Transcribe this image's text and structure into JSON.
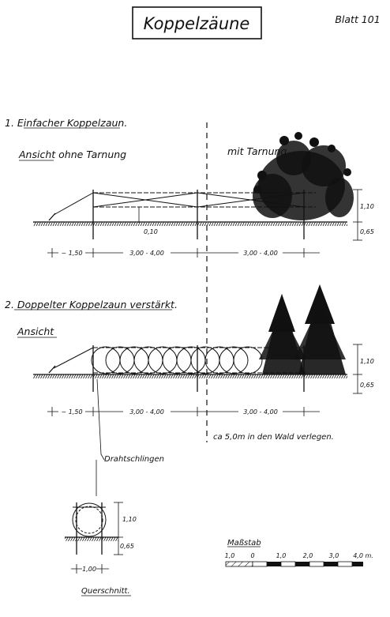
{
  "title": "Koppelzäune",
  "sheet": "Blatt 101",
  "section1": {
    "heading": "1. Einfacher Koppelzaun.",
    "view_label": "Ansicht ohne Tarnung",
    "camo_label": "mit Tarnung",
    "height_top": "1,10",
    "height_bottom": "0,65",
    "post_gap": "0,10",
    "dim_left": "~ 1,50",
    "dim_mid": "3,00 - 4,00",
    "dim_right": "3,00 - 4,00"
  },
  "section2": {
    "heading": "2. Doppelter Koppelzaun verstärkt.",
    "view_label": "Ansicht",
    "height_top": "1,10",
    "height_bottom": "0,65",
    "dim_left": "~ 1,50",
    "dim_mid": "3,00 - 4,00",
    "dim_right": "3,00 - 4,00",
    "forest_note": "ca 5,0m in den Wald verlegen.",
    "wire_loops_label": "Drahtschlingen"
  },
  "cross_section": {
    "height_top": "1,10",
    "height_bottom": "0,65",
    "width": "1,00",
    "label": "Querschnitt."
  },
  "scale_bar": {
    "label": "Maßstab",
    "ticks": [
      "1,0",
      "0",
      "1,0",
      "2,0",
      "3,0",
      "4,0 m."
    ]
  }
}
